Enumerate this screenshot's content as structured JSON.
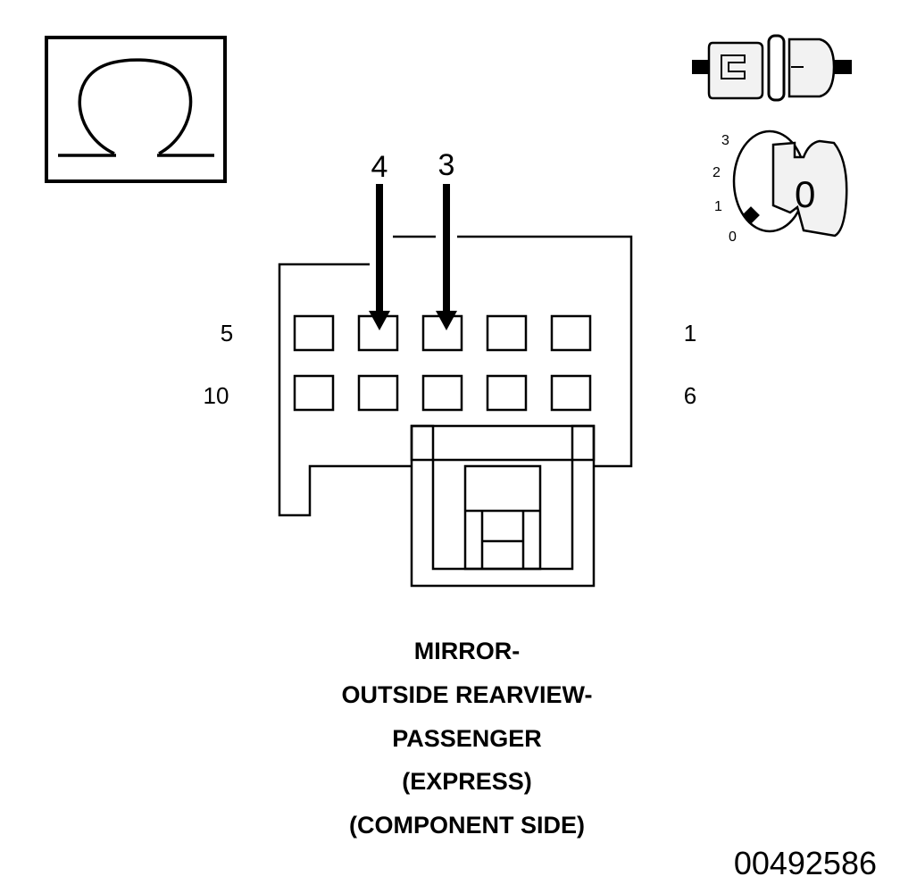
{
  "pin_callouts": {
    "left": "4",
    "right": "3"
  },
  "row_labels": {
    "top_left": "5",
    "top_right": "1",
    "bottom_left": "10",
    "bottom_right": "6"
  },
  "ignition_positions": [
    "3",
    "2",
    "1",
    "0"
  ],
  "key_position": "0",
  "caption": [
    "MIRROR-",
    "OUTSIDE REARVIEW-",
    "PASSENGER",
    "(EXPRESS)",
    "(COMPONENT SIDE)"
  ],
  "figure_number": "00492586",
  "icons": {
    "ohm_symbol": "ohm-icon",
    "connector": "disconnected-connector-icon",
    "ignition": "ignition-key-icon"
  },
  "colors": {
    "line": "#000000",
    "background": "#ffffff",
    "icon_fill": "#f2f2f2"
  }
}
